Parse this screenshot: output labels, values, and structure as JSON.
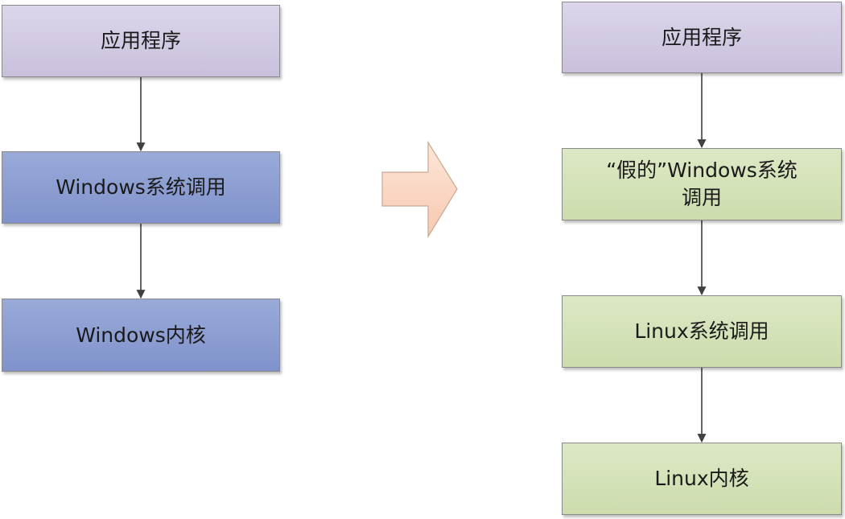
{
  "left_stack": {
    "app": "应用程序",
    "syscall": "Windows系统调用",
    "kernel": "Windows内核"
  },
  "right_stack": {
    "app": "应用程序",
    "fake_syscall_line1": "“假的”Windows系统",
    "fake_syscall_line2": "调用",
    "syscall": "Linux系统调用",
    "kernel": "Linux内核"
  },
  "colors": {
    "app_box": "#d4cce3",
    "windows_box": "#8c9ed1",
    "linux_box": "#d4e2b9",
    "big_arrow": "#fbd9c6",
    "connector": "#404040"
  }
}
